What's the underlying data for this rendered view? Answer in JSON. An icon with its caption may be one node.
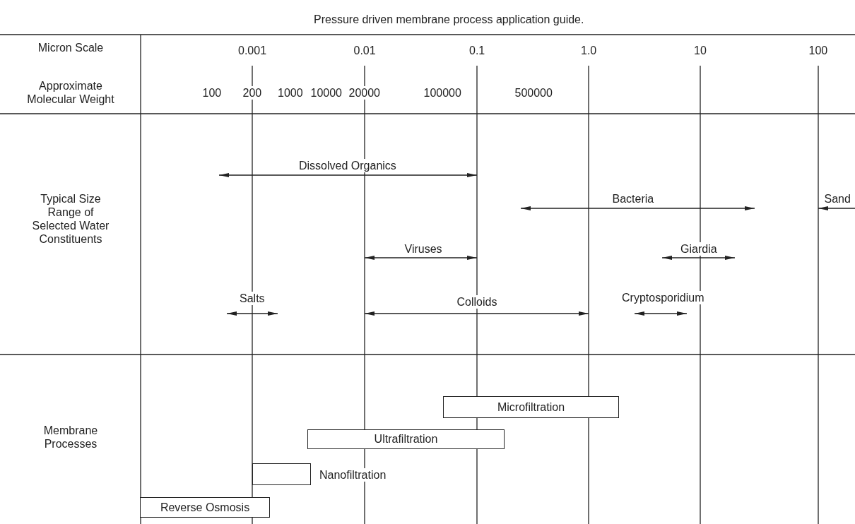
{
  "diagram": {
    "title": "Pressure driven membrane process application guide.",
    "nodes": [
      {
        "text": [
          "Microfiltration"
        ]
      },
      {
        "text": [
          "Ultrafiltration"
        ]
      },
      {
        "text": [],
        "shape": "box",
        "beside": [
          "Nanofiltration"
        ]
      },
      {
        "text": [
          "Reverse Osmosis"
        ]
      }
    ],
    "edges": [],
    "labels": [
      "Micron Scale",
      "0.001",
      "0.01",
      "0.1",
      "1.0",
      "10",
      "100",
      "Approximate Molecular Weight",
      "100",
      "200",
      "1000",
      "10000",
      "20000",
      "100000",
      "500000",
      "Typical Size Range of Selected Water Constituents",
      "Dissolved Organics",
      "Bacteria",
      "Sand",
      "Viruses",
      "Giardia",
      "Salts",
      "Colloids",
      "Cryptosporidium",
      "Membrane Processes"
    ]
  }
}
